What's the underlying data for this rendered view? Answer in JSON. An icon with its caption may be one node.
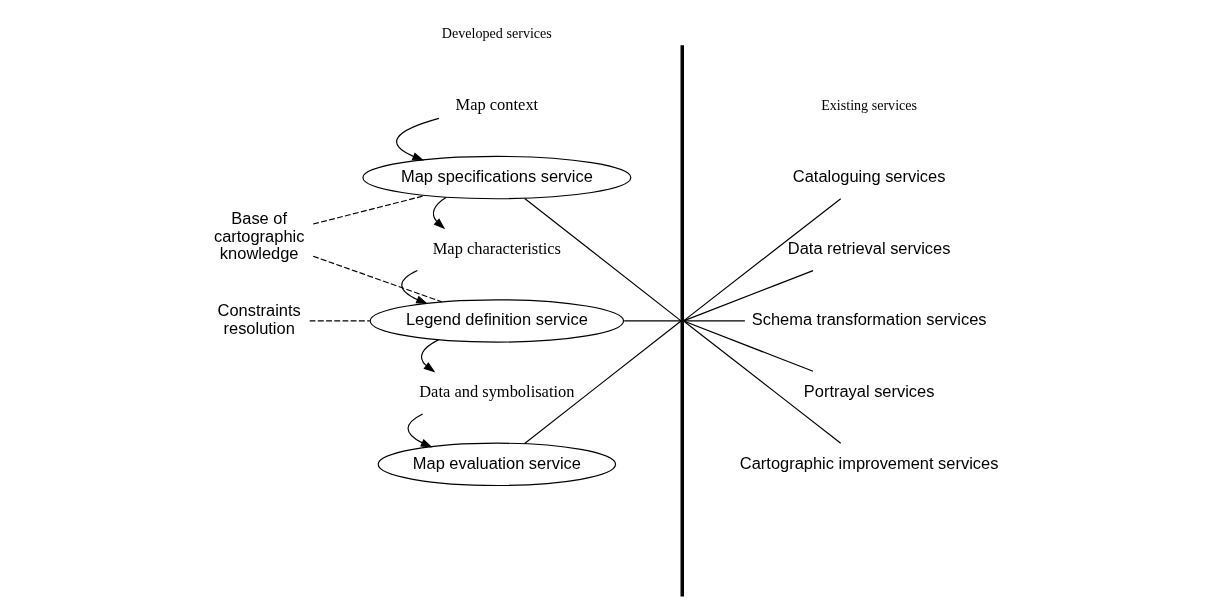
{
  "diagram": {
    "nodes": [
      {
        "text": [
          "Map context"
        ]
      },
      {
        "text": [
          "Map specifications service"
        ]
      },
      {
        "text": [
          "Map characteristics"
        ]
      },
      {
        "text": [
          "Legend definition service"
        ]
      },
      {
        "text": [
          "Data and symbolisation"
        ]
      },
      {
        "text": [
          "Map evaluation service"
        ]
      },
      {
        "text": [
          "Base of cartographic knowledge"
        ]
      },
      {
        "text": [
          "Constraints resolution"
        ]
      },
      {
        "text": [],
        "shape": "bar"
      },
      {
        "text": [
          "Cataloguing services"
        ]
      },
      {
        "text": [
          "Data retrieval services"
        ]
      },
      {
        "text": [
          "Schema transformation services"
        ]
      },
      {
        "text": [
          "Portrayal services"
        ]
      },
      {
        "text": [
          "Cartographic improvement services"
        ]
      }
    ],
    "edges": [
      {
        "from": 0,
        "to": 1,
        "arrow": "to"
      },
      {
        "from": 1,
        "to": 2,
        "arrow": "to"
      },
      {
        "from": 2,
        "to": 3,
        "arrow": "to"
      },
      {
        "from": 3,
        "to": 4,
        "arrow": "to"
      },
      {
        "from": 4,
        "to": 5,
        "arrow": "to"
      },
      {
        "from": 6,
        "to": 1,
        "arrow": "none",
        "style": "dashed"
      },
      {
        "from": 6,
        "to": 3,
        "arrow": "none",
        "style": "dashed"
      },
      {
        "from": 7,
        "to": 3,
        "arrow": "none",
        "style": "dashed"
      },
      {
        "from": 1,
        "to": 8,
        "arrow": "none"
      },
      {
        "from": 3,
        "to": 8,
        "arrow": "none"
      },
      {
        "from": 5,
        "to": 8,
        "arrow": "none"
      },
      {
        "from": 8,
        "to": 9,
        "arrow": "none"
      },
      {
        "from": 8,
        "to": 10,
        "arrow": "none"
      },
      {
        "from": 8,
        "to": 11,
        "arrow": "none"
      },
      {
        "from": 8,
        "to": 12,
        "arrow": "none"
      },
      {
        "from": 8,
        "to": 13,
        "arrow": "none"
      }
    ],
    "labels": [
      "Developed services",
      "Existing services"
    ]
  }
}
